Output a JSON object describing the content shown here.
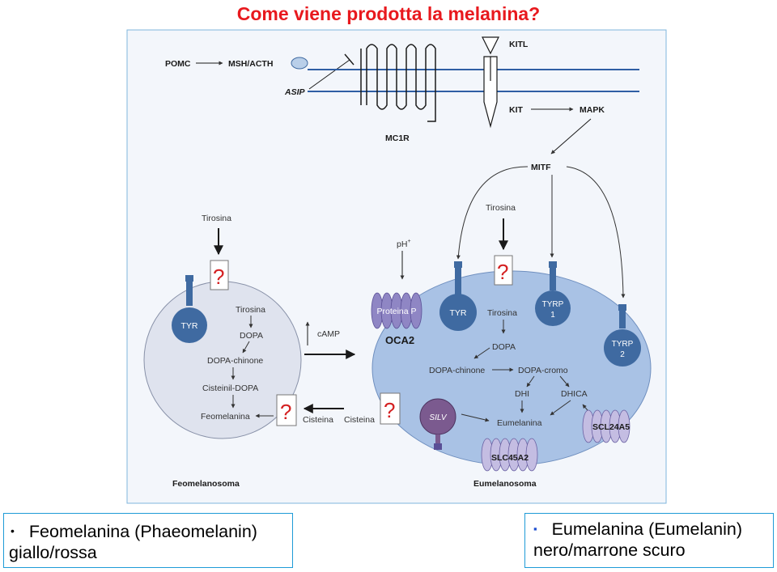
{
  "title": "Come viene prodotta la melanina?",
  "colors": {
    "title": "#e8191e",
    "panel_bg": "#f3f6fb",
    "panel_border": "#7fb6dd",
    "pheo_body": "#dfe3ee",
    "eu_body": "#a9c2e5",
    "protein": "#3f6aa1",
    "membrane_protein": "#8f86c4",
    "box_border": "#1e9bd7",
    "question": "#d42021"
  },
  "diagram": {
    "signaling": {
      "pomc": "POMC",
      "msh_acth": "MSH/ACTH",
      "asip": "ASIP",
      "mc1r": "MC1R",
      "kitl": "KITL",
      "kit": "KIT",
      "mapk": "MAPK",
      "mitf": "MITF"
    },
    "camp": "cAMP",
    "pheomelanosome": {
      "label": "Feomelanosoma",
      "tyrosine_in": "Tirosina",
      "question": "?",
      "tyr": "TYR",
      "pathway": [
        "Tirosina",
        "DOPA",
        "DOPA-chinone",
        "Cisteinil-DOPA",
        "Feomelanina"
      ],
      "cysteine_in": "Cisteina"
    },
    "eumelanosome": {
      "label": "Eumelanosoma",
      "tyrosine_in": "Tirosina",
      "ph": "pH",
      "ph_sup": "+",
      "question": "?",
      "protein_p": "Proteina P",
      "oca2": "OCA2",
      "tyr": "TYR",
      "tyrp1": [
        "TYRP",
        "1"
      ],
      "tyrp2": [
        "TYRP",
        "2"
      ],
      "silv": "SILV",
      "slc45a2": "SLC45A2",
      "scl24a5": "SCL24A5",
      "pathway": {
        "tirosina": "Tirosina",
        "dopa": "DOPA",
        "dopa_chinone": "DOPA-chinone",
        "dopa_cromo": "DOPA-cromo",
        "dhi": "DHI",
        "dhica": "DHICA",
        "eumelanina": "Eumelanina"
      },
      "cysteine_out": "Cisteina"
    }
  },
  "box_left": {
    "bullet": "•",
    "line1": "Feomelanina (Phaeomelanin)",
    "line2": "giallo/rossa"
  },
  "box_right": {
    "bullet": "▪",
    "line1": "Eumelanina (Eumelanin)",
    "line2": "nero/marrone scuro"
  }
}
